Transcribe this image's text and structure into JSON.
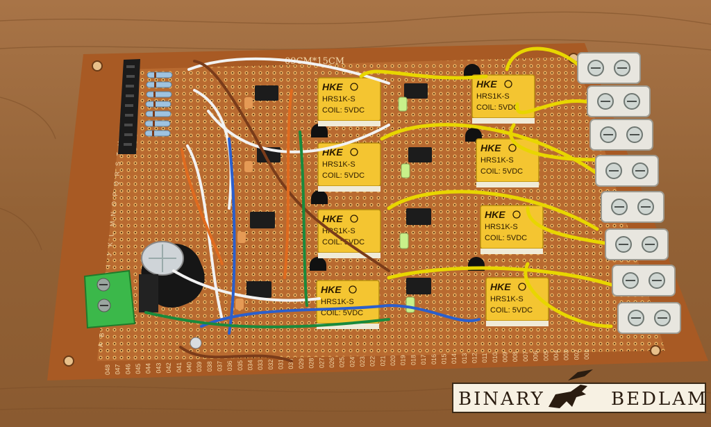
{
  "board": {
    "size_label": "09CM*15CM",
    "row_letters": [
      "A",
      "B",
      "C",
      "D",
      "E",
      "F",
      "G",
      "H",
      "I",
      "J",
      "K",
      "L",
      "M",
      "N",
      "O",
      "P",
      "Q",
      "R",
      "S",
      "T",
      "U"
    ],
    "column_numbers": [
      "048",
      "047",
      "046",
      "045",
      "044",
      "043",
      "042",
      "041",
      "040",
      "039",
      "038",
      "037",
      "036",
      "035",
      "034",
      "033",
      "032",
      "031",
      "030",
      "029",
      "028",
      "027",
      "026",
      "025",
      "024",
      "023",
      "022",
      "021",
      "020",
      "019",
      "018",
      "017",
      "016",
      "015",
      "014",
      "013",
      "012",
      "011",
      "010",
      "009",
      "008",
      "007",
      "006",
      "005",
      "004",
      "003",
      "002",
      "001"
    ]
  },
  "relays": [
    {
      "brand": "HKE",
      "model": "HRS1K-S",
      "coil": "COIL: 5VDC"
    },
    {
      "brand": "HKE",
      "model": "HRS1K-S",
      "coil": "COIL: 5VDC"
    },
    {
      "brand": "HKE",
      "model": "HRS1K-S",
      "coil": "COIL: 5VDC"
    },
    {
      "brand": "HKE",
      "model": "HRS1K-S",
      "coil": "COIL: 5VDC"
    },
    {
      "brand": "HKE",
      "model": "HRS1K-S",
      "coil": "COIL: 5VDC"
    },
    {
      "brand": "HKE",
      "model": "HRS1K-S",
      "coil": "COIL: 5VDC"
    },
    {
      "brand": "HKE",
      "model": "HRS1K-S",
      "coil": "COIL: 5VDC"
    },
    {
      "brand": "HKE",
      "model": "HRS1K-S",
      "coil": "COIL: 5VDC"
    }
  ],
  "watermark": {
    "left": "Binary",
    "right": "Bedlam"
  },
  "colors": {
    "table": "#9a6a3c",
    "board": "#b5642a",
    "relay": "#f4c531",
    "wire_yellow": "#e8d600",
    "terminal_green": "#3bb84a"
  }
}
